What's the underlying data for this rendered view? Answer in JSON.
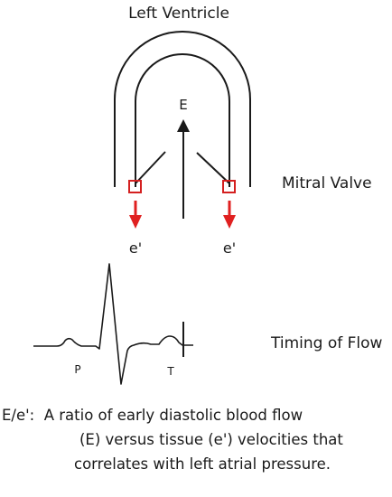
{
  "labels": {
    "left_ventricle": "Left Ventricle",
    "E": "E",
    "mitral_valve": "Mitral Valve",
    "e_prime_left": "e'",
    "e_prime_right": "e'",
    "timing_of_flow": "Timing of Flow",
    "P": "P",
    "T": "T"
  },
  "caption": {
    "term": "E/e':",
    "line1_text": "A ratio of early diastolic blood flow",
    "line2": "(E) versus tissue (e') velocities that",
    "line3": "correlates with left atrial pressure."
  },
  "colors": {
    "outline": "#1a1a1a",
    "annulus_box": "#d42020",
    "tissue_arrow": "#e02020"
  }
}
